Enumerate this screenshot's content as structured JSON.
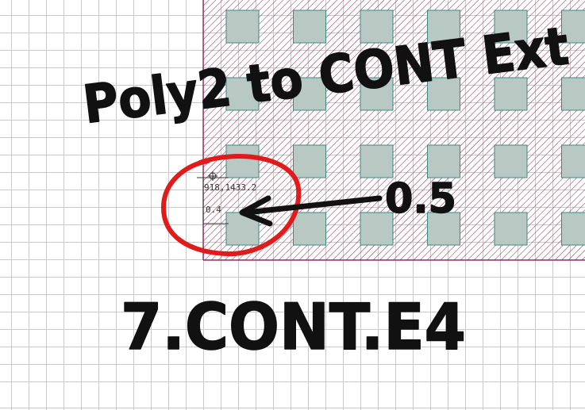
{
  "colors": {
    "background": "#ffffff",
    "grid": "#c9c9c9",
    "poly_hatch": "#8a2a4c",
    "poly_border": "#8a1050",
    "contact_fill": "#b8c9c4",
    "contact_border": "#3c8a80",
    "annotation_ink": "#111111",
    "circle_ink": "#e01b1b"
  },
  "readout": {
    "cursor_coordinates": "918,1433.2",
    "measured_distance": "0.4"
  },
  "annotations": {
    "title": "Poly2 to CONT Ext",
    "value": "0.5",
    "rule": "7.CONT.E4"
  },
  "contacts": [
    {
      "row": 0,
      "col": 0
    },
    {
      "row": 0,
      "col": 1
    },
    {
      "row": 0,
      "col": 2
    },
    {
      "row": 0,
      "col": 3
    },
    {
      "row": 0,
      "col": 4
    },
    {
      "row": 0,
      "col": 5
    },
    {
      "row": 1,
      "col": 0
    },
    {
      "row": 1,
      "col": 1
    },
    {
      "row": 1,
      "col": 2
    },
    {
      "row": 1,
      "col": 3
    },
    {
      "row": 1,
      "col": 4
    },
    {
      "row": 1,
      "col": 5
    },
    {
      "row": 2,
      "col": 0
    },
    {
      "row": 2,
      "col": 1
    },
    {
      "row": 2,
      "col": 2
    },
    {
      "row": 2,
      "col": 3
    },
    {
      "row": 2,
      "col": 4
    },
    {
      "row": 2,
      "col": 5
    },
    {
      "row": 3,
      "col": 0
    },
    {
      "row": 3,
      "col": 1
    },
    {
      "row": 3,
      "col": 2
    },
    {
      "row": 3,
      "col": 3
    },
    {
      "row": 3,
      "col": 4
    },
    {
      "row": 3,
      "col": 5
    }
  ]
}
